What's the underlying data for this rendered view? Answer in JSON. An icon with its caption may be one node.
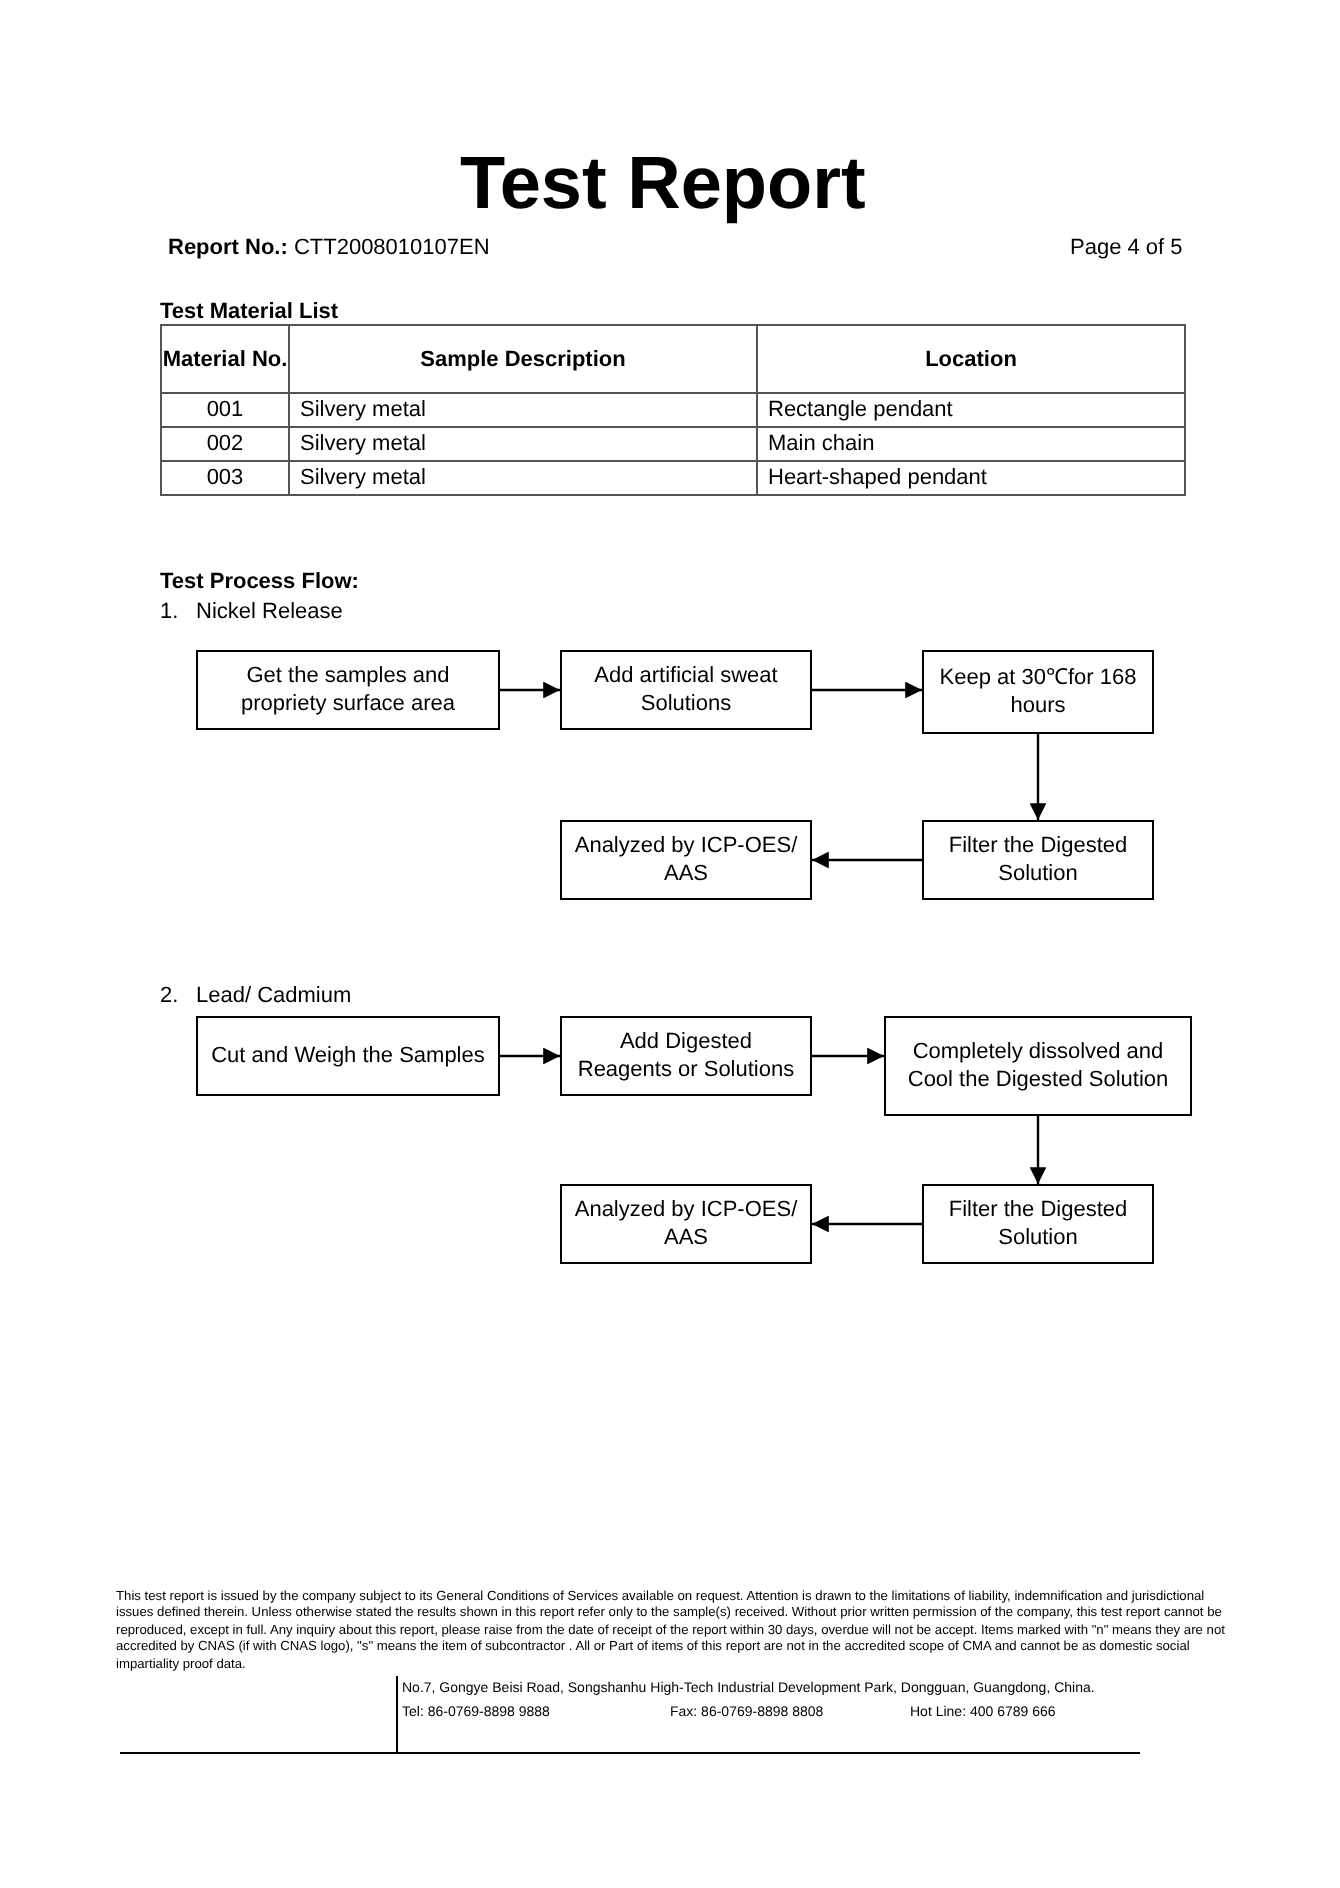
{
  "diagram": {
    "title": "Test Report",
    "nodes": [
      {
        "text": [
          "Get the samples and propriety surface area"
        ]
      },
      {
        "text": [
          "Add artificial sweat Solutions"
        ]
      },
      {
        "text": [
          "Keep at 30℃for 168 hours"
        ]
      },
      {
        "text": [
          "Filter the Digested Solution"
        ]
      },
      {
        "text": [
          "Analyzed by ICP-OES/ AAS"
        ]
      },
      {
        "text": [
          "Cut and Weigh the Samples"
        ]
      },
      {
        "text": [
          "Add Digested Reagents or Solutions"
        ]
      },
      {
        "text": [
          "Completely dissolved and Cool the Digested Solution"
        ]
      },
      {
        "text": [
          "Filter the Digested Solution"
        ]
      },
      {
        "text": [
          "Analyzed by ICP-OES/ AAS"
        ]
      }
    ],
    "edges": [
      {
        "from": 0,
        "to": 1,
        "arrow": "to"
      },
      {
        "from": 1,
        "to": 2,
        "arrow": "to"
      },
      {
        "from": 2,
        "to": 3,
        "arrow": "to"
      },
      {
        "from": 3,
        "to": 4,
        "arrow": "to"
      },
      {
        "from": 5,
        "to": 6,
        "arrow": "to"
      },
      {
        "from": 6,
        "to": 7,
        "arrow": "to"
      },
      {
        "from": 7,
        "to": 8,
        "arrow": "to"
      },
      {
        "from": 8,
        "to": 9,
        "arrow": "to"
      }
    ],
    "labels": [
      "**Report No.:** CTT2008010107EN",
      "Page 4 of 5",
      "Test Material List",
      "Material No.",
      "Sample Description",
      "Location",
      "001",
      "Silvery metal",
      "Rectangle pendant",
      "002",
      "Silvery metal",
      "Main chain",
      "003",
      "Silvery metal",
      "Heart-shaped pendant",
      "Test Process Flow:",
      "1.",
      "Nickel Release",
      "2.",
      "Lead/ Cadmium",
      "This test report is issued by the company subject to its General Conditions of Services available on request. Attention is drawn to the limitations of liability, indemnification and jurisdictional issues defined therein. Unless otherwise stated the results shown in this report refer only to the sample(s) received. Without prior written permission of the company, this test report cannot be reproduced, except in full. Any inquiry about this report, please raise from the date of receipt of the report within 30 days, overdue will not be accept. Items marked with \"n\" means they are not accredited by CNAS (if with CNAS logo), \"s\" means the item of subcontractor . All or Part of items of this report are not in the accredited scope of CMA and cannot be as domestic social impartiality proof data.",
      "No.7, Gongye Beisi Road, Songshanhu High-Tech Industrial Development Park, Dongguan, Guangdong, China.",
      "Tel: 86-0769-8898 9888",
      "Fax: 86-0769-8898 8808",
      "Hot Line: 400 6789 666"
    ]
  }
}
